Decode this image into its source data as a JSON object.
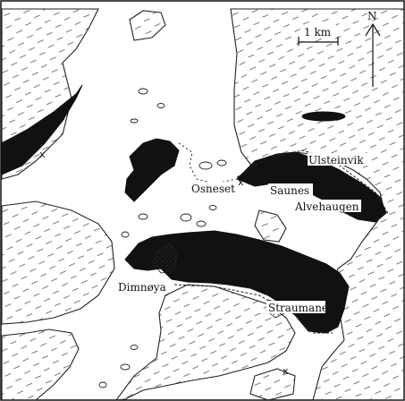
{
  "map": {
    "places": [
      {
        "name": "Ulsteinvik"
      },
      {
        "name": "Osneset"
      },
      {
        "name": "Saunes"
      },
      {
        "name": "Alvehaugen"
      },
      {
        "name": "Dimnøya"
      },
      {
        "name": "Straumane"
      }
    ],
    "scale": {
      "label": "1 km"
    },
    "north": {
      "label": "N"
    },
    "colors": {
      "ink": "#111111",
      "land_hatch": "#555555",
      "paper": "#ffffff"
    }
  }
}
